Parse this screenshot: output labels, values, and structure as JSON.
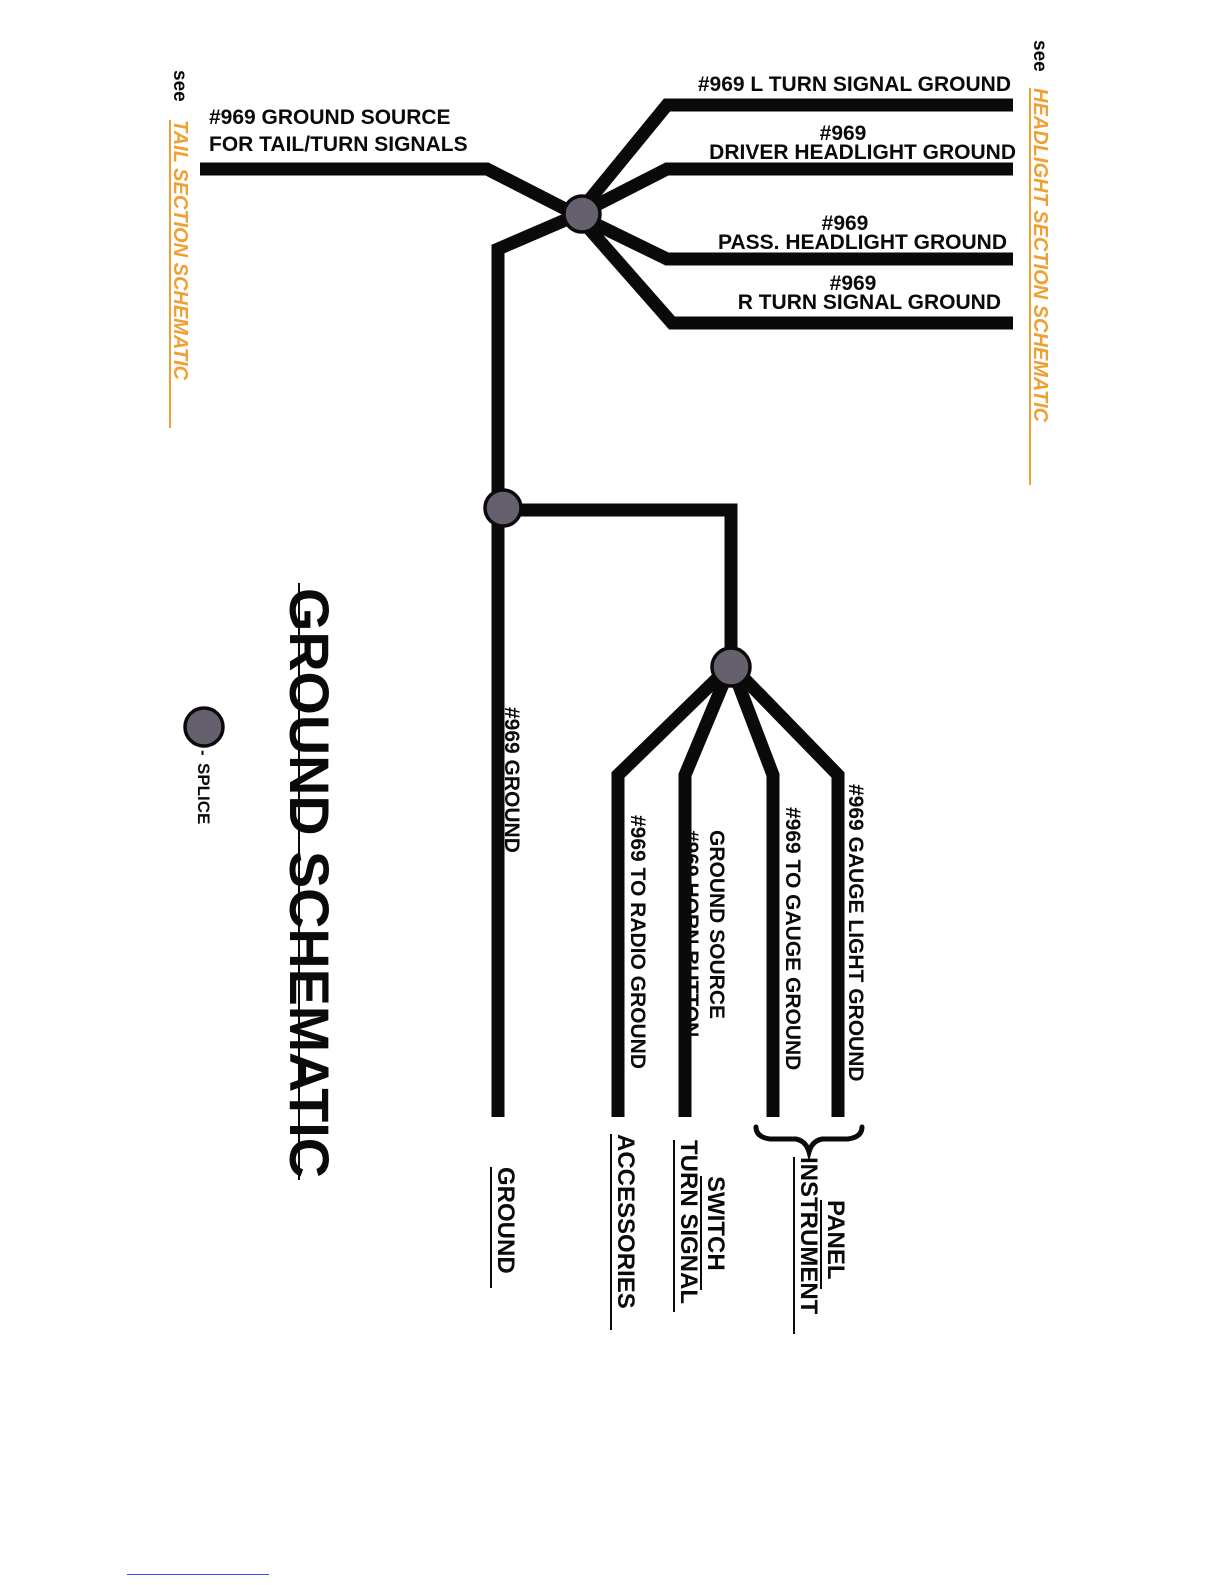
{
  "title": "GROUND SCHEMATIC",
  "legend": {
    "label": "SPLICE",
    "dash": "-"
  },
  "links": {
    "tail": {
      "see": "see",
      "text": "TAIL SECTION SCHEMATIC"
    },
    "headlight": {
      "see": "see",
      "text": "HEADLIGHT SECTION SCHEMATIC"
    }
  },
  "wires": {
    "ground_source": {
      "line1": "#969 GROUND SOURCE",
      "line2": "FOR TAIL/TURN SIGNALS"
    },
    "l_turn": {
      "line1": "#969 L TURN SIGNAL GROUND"
    },
    "driver_headlight": {
      "line1": "#969",
      "line2": "DRIVER HEADLIGHT GROUND"
    },
    "pass_headlight": {
      "line1": "#969",
      "line2": "PASS. HEADLIGHT GROUND"
    },
    "r_turn": {
      "line1": "#969",
      "line2": "R TURN SIGNAL GROUND"
    },
    "main_ground": {
      "line1": "#969 GROUND"
    },
    "radio": {
      "line1": "#969 TO RADIO GROUND"
    },
    "horn": {
      "line1": "#969 HORN BUTTON",
      "line2": "GROUND SOURCE"
    },
    "gauge": {
      "line1": "#969 TO GAUGE GROUND"
    },
    "gauge_light": {
      "line1": "#969 GAUGE LIGHT GROUND"
    }
  },
  "components": {
    "ground": {
      "line1": "GROUND"
    },
    "accessories": {
      "line1": "ACCESSORIES"
    },
    "turn_signal_switch": {
      "line1": "TURN SIGNAL",
      "line2": "SWITCH"
    },
    "instrument_panel": {
      "line1": "INSTRUMENT",
      "line2": "PANEL"
    }
  },
  "colors": {
    "wire": "#0a0a0a",
    "splice": "#66606e",
    "link": "#f0a033"
  }
}
